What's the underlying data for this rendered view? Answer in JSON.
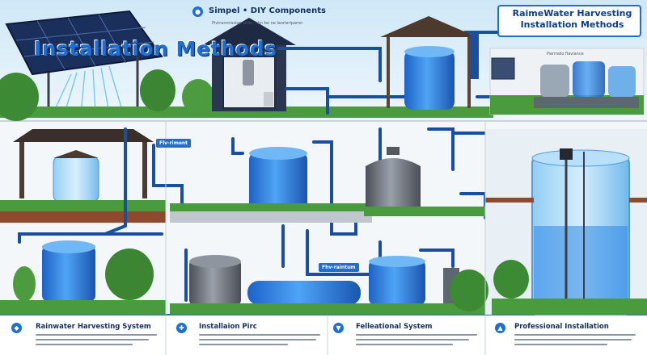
{
  "header": {
    "title": "Installation Methods",
    "subtitle": "Simpel • DIY Components"
  },
  "panel_title": "RaimeWater Harvesting Installation Methods",
  "labels": {
    "top_caption": "Pivtranmission stdio: hbn bo ne laorlerlpamn",
    "filter_tag": "Pwrmelo flaviance",
    "badge_top": "Flv-riment",
    "badge_mid": "Fhv-raintum"
  },
  "sections": [
    {
      "id": "s1",
      "title": "Rainwater Harvesting System",
      "icon": "droplet-icon"
    },
    {
      "id": "s2",
      "title": "Installaion Pirc",
      "icon": "wrench-icon"
    },
    {
      "id": "s3",
      "title": "Felleational System",
      "icon": "filter-icon"
    },
    {
      "id": "s4",
      "title": "Professional Installation",
      "icon": "hardhat-icon"
    }
  ],
  "colors": {
    "pipe": "#1a4fa0",
    "tank_blue": "#2f86e8",
    "tank_grey": "#6f7480",
    "grass": "#4a9a3e",
    "wall": "#9b5a3a",
    "accent": "#1e6fd0"
  }
}
